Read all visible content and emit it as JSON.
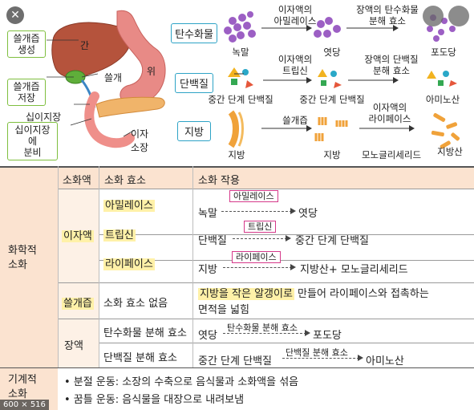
{
  "diagram": {
    "organs": {
      "bile_making": "쓸개즙\n생성",
      "bile_storage": "쓸개즙\n저장",
      "duodenum": "십이지장",
      "duodenum_secrete": "십이지장에\n분비",
      "liver": "간",
      "gallbladder": "쓸개",
      "stomach": "위",
      "pancreas": "이자",
      "small_intestine": "소장"
    },
    "rows": [
      {
        "category": "탄수화물",
        "start": "녹말",
        "enzyme1": "이자액의\n아밀레이스",
        "mid": "엿당",
        "enzyme2": "장액의 탄수화물\n분해 효소",
        "end": "포도당"
      },
      {
        "category": "단백질",
        "start": "중간 단계 단백질",
        "enzyme1": "이자액의\n트립신",
        "mid": "중간 단계 단백질",
        "enzyme2": "장액의 단백질\n분해 효소",
        "end": "아미노산"
      },
      {
        "category": "지방",
        "start": "지방",
        "enzyme1": "쓸개즙",
        "mid": "지방",
        "enzyme2": "이자액의\n라이페이스",
        "end": "지방산",
        "end2": "모노글리세리드"
      }
    ]
  },
  "table": {
    "headers": [
      "소화액",
      "소화 효소",
      "소화 작용"
    ],
    "chemical_label": "화학적\n소화",
    "mechanical_label": "기계적\n소화",
    "groups": {
      "pancreatic": "이자액",
      "bile": "쓸개즙",
      "intestinal": "장액"
    },
    "rows": [
      {
        "enzyme": "아밀레이스",
        "from": "녹말",
        "box": "아밀레이스",
        "to": "엿당"
      },
      {
        "enzyme": "트립신",
        "from": "단백질",
        "box": "트립신",
        "to": "중간 단계 단백질"
      },
      {
        "enzyme": "라이페이스",
        "from": "지방",
        "box": "라이페이스",
        "to": "지방산+ 모노글리세리드"
      },
      {
        "enzyme": "소화 효소 없음",
        "action_hl": "지방을 작은 알갱이로",
        "action_rest": " 만들어 라이페이스와 접촉하는",
        "action_line2": "면적을 넓힘"
      },
      {
        "enzyme": "탄수화물 분해 효소",
        "from": "엿당",
        "box": "탄수화물 분해 효소",
        "to": "포도당"
      },
      {
        "enzyme": "단백질 분해 효소",
        "from": "중간 단계 단백질",
        "box": "단백질 분해 효소",
        "to": "아미노산"
      }
    ],
    "mechanical": [
      "• 분절 운동: 소장의 수축으로 음식물과 소화액을 섞음",
      "• 꿈틀 운동: 음식물을 대장으로 내려보냄"
    ]
  },
  "overlay": {
    "size_badge": "600 × 516",
    "close_glyph": "✕"
  }
}
